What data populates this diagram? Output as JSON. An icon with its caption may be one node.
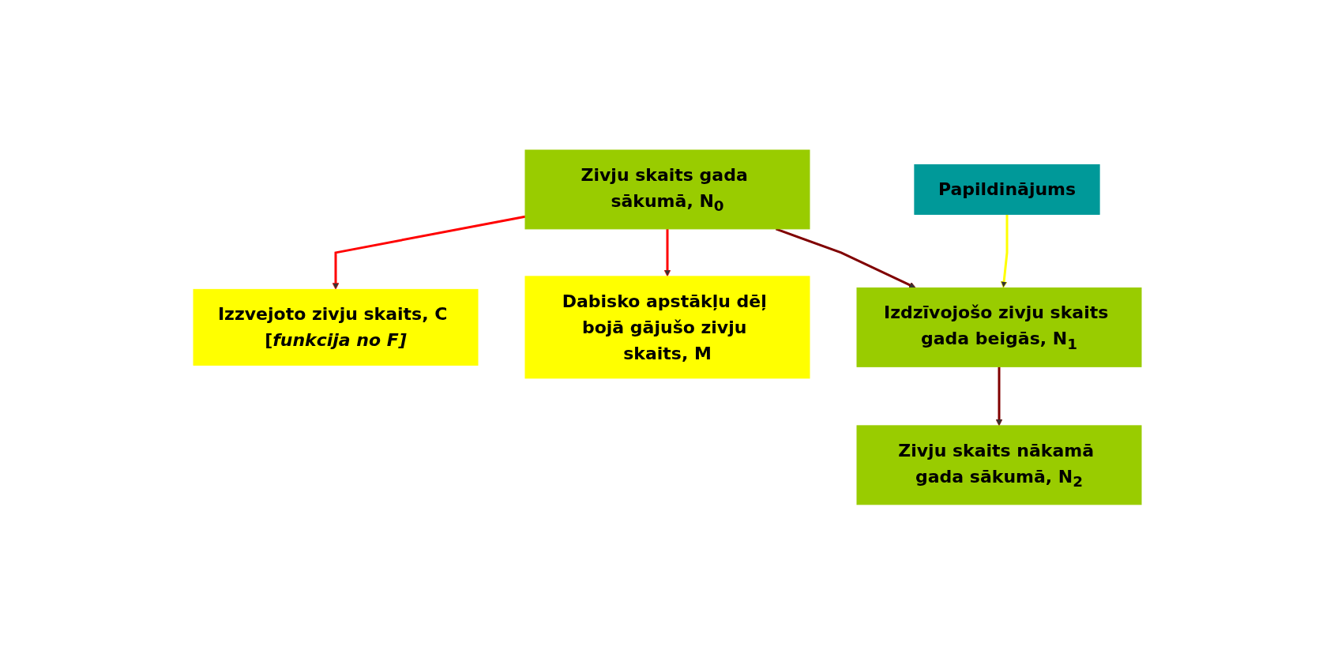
{
  "diagram": {
    "nodes": [
      {
        "text": [
          "Zivju skaits gada sākumā, N$_{0}$"
        ]
      },
      {
        "text": [
          "Izzvejoto zivju skaits, C [*funkcija no F]*"
        ]
      },
      {
        "text": [
          "Dabisko apstākļu dēļ bojā gājušo zivju skaits, M"
        ]
      },
      {
        "text": [
          "Izdzīvojošo zivju skaits gada beigās, N$_{1}$"
        ]
      },
      {
        "text": [
          "Papildinājums"
        ]
      },
      {
        "text": [
          "Zivju skaits nākamā gada sākumā, N$_{2}$"
        ]
      }
    ],
    "edges": [
      {
        "from": 0,
        "to": 1,
        "arrow": "to",
        "color": "#ff0000"
      },
      {
        "from": 0,
        "to": 3,
        "arrow": "to",
        "color": "#800000"
      },
      {
        "from": 0,
        "to": 2,
        "arrow": "to",
        "color": "#ff0000"
      },
      {
        "from": 4,
        "to": 3,
        "arrow": "to",
        "color": "#ffff00"
      },
      {
        "from": 3,
        "to": 5,
        "arrow": "to",
        "color": "#800000"
      }
    ]
  }
}
